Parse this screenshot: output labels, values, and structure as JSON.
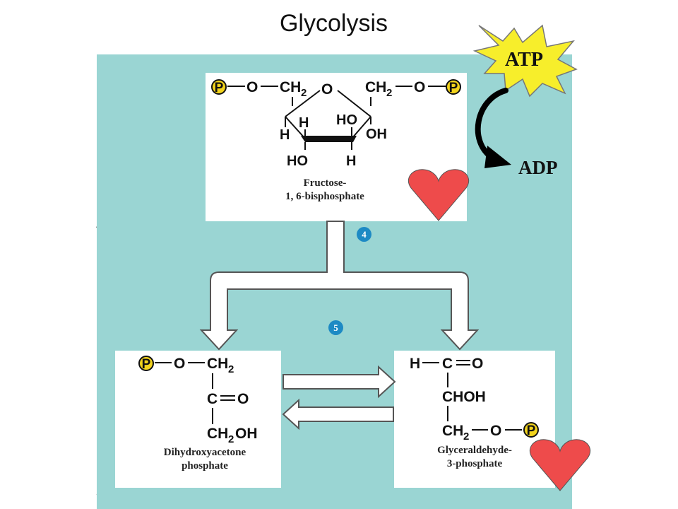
{
  "title": "Glycolysis",
  "energy": {
    "consumed": "ATP",
    "produced": "ADP"
  },
  "steps": {
    "first": "4",
    "second": "5"
  },
  "molecules": {
    "fructose": {
      "name_line1": "Fructose-",
      "name_line2": "1, 6-bisphosphate",
      "phosphate_symbol": "P",
      "atoms": {
        "o": "O",
        "ch2": "CH",
        "sub2": "2",
        "h": "H",
        "ho": "HO",
        "oh": "OH"
      }
    },
    "dhap": {
      "name_line1": "Dihydroxyacetone",
      "name_line2": "phosphate",
      "phosphate_symbol": "P",
      "atoms": {
        "o": "O",
        "ch2": "CH",
        "sub2": "2",
        "c": "C",
        "ch2oh": "CH",
        "oh_tail": "OH"
      }
    },
    "g3p": {
      "name_line1": "Glyceraldehyde-",
      "name_line2": "3-phosphate",
      "phosphate_symbol": "P",
      "atoms": {
        "h": "H",
        "c": "C",
        "o": "O",
        "chohl": "CHOH",
        "ch2": "CH",
        "sub2": "2"
      }
    }
  },
  "colors": {
    "panel": "#9ad5d3",
    "phosphate_fill": "#f2d31c",
    "burst": "#f7ee2b",
    "heart": "#ee4b4b",
    "badge": "#1d8ac4"
  },
  "icons": [
    "phosphate-icon",
    "atp-burst-icon",
    "curved-arrow-icon",
    "heart-icon"
  ]
}
